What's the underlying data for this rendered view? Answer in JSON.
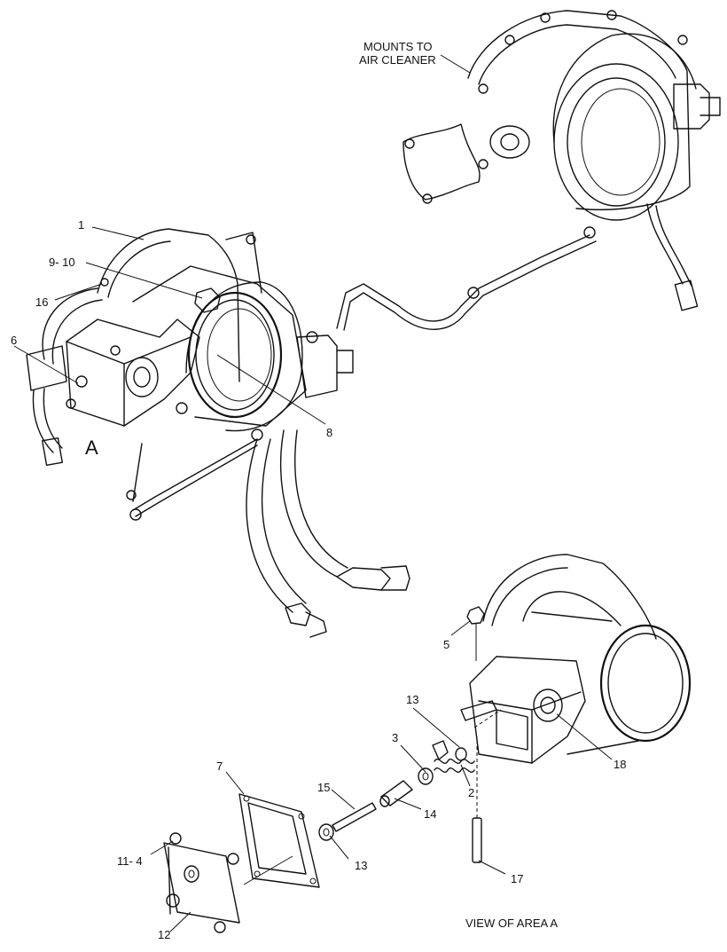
{
  "notes": {
    "mounts_line1": "MOUNTS TO",
    "mounts_line2": "AIR CLEANER",
    "area_label": "A",
    "view_caption": "VIEW OF AREA A"
  },
  "callouts": {
    "c1": "1",
    "c9_10": "9- 10",
    "c16": "16",
    "c6": "6",
    "c8": "8",
    "c5": "5",
    "c13_top": "13",
    "c3": "3",
    "c18": "18",
    "c2": "2",
    "c7": "7",
    "c15": "15",
    "c14": "14",
    "c11_4": "11- 4",
    "c13_bottom": "13",
    "c17": "17",
    "c12": "12"
  }
}
